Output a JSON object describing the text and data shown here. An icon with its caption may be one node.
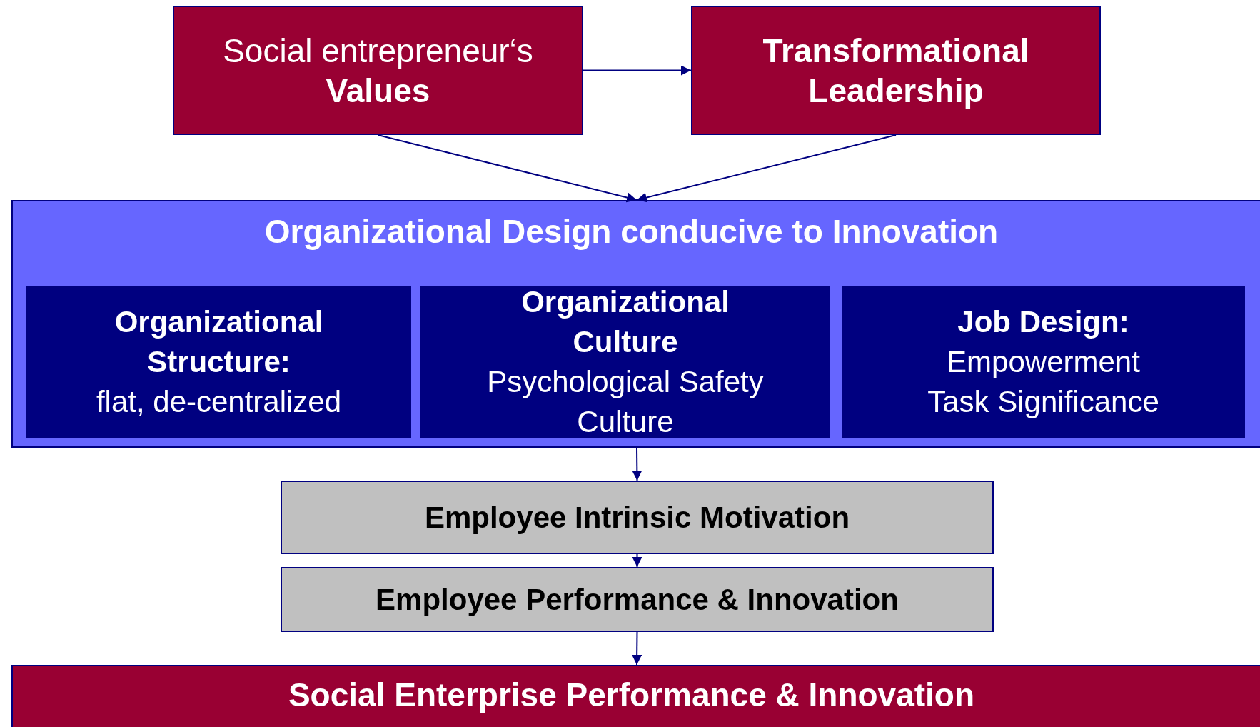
{
  "diagram": {
    "nodes": [
      {
        "text": [
          "Social entrepreneur‘s **Values**"
        ]
      },
      {
        "text": [
          "Transformational Leadership"
        ]
      },
      {
        "text": [
          "Organizational Design conducive to Innovation"
        ]
      },
      {
        "text": [
          "Organizational Structure:",
          "flat, de-centralized"
        ],
        "in": 2
      },
      {
        "text": [
          "Organizational Culture",
          "Psychological Safety Culture"
        ],
        "in": 2
      },
      {
        "text": [
          "Job Design:",
          "Empowerment",
          "Task Significance"
        ],
        "in": 2
      },
      {
        "text": [
          "Employee Intrinsic Motivation"
        ]
      },
      {
        "text": [
          "Employee Performance & Innovation"
        ]
      },
      {
        "text": [
          "Social Enterprise Performance & Innovation"
        ]
      }
    ],
    "edges": [
      {
        "from": 0,
        "to": 1,
        "arrow": "to"
      },
      {
        "from": 0,
        "to": 2,
        "arrow": "to"
      },
      {
        "from": 1,
        "to": 2,
        "arrow": "to"
      },
      {
        "from": 2,
        "to": 6,
        "arrow": "to"
      },
      {
        "from": 6,
        "to": 7,
        "arrow": "to"
      },
      {
        "from": 7,
        "to": 8,
        "arrow": "to"
      }
    ]
  }
}
